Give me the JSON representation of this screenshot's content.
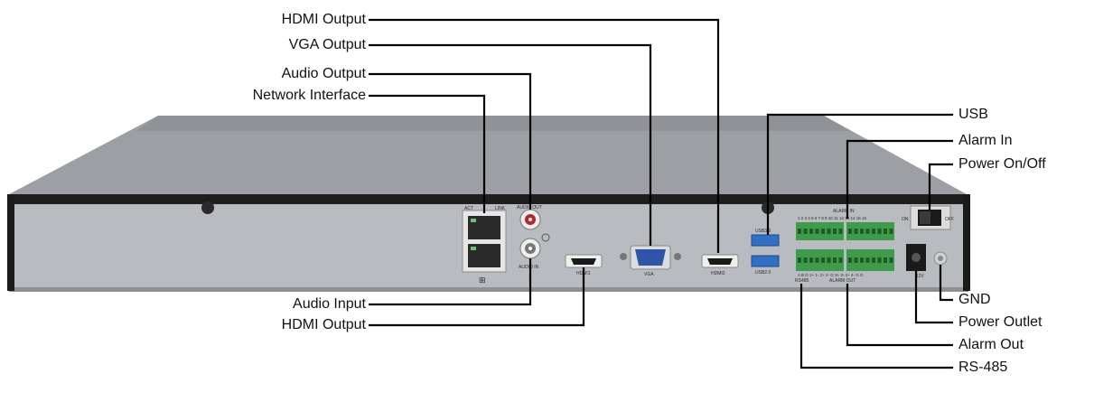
{
  "callouts": {
    "hdmi_output_top": "HDMI Output",
    "vga_output": "VGA Output",
    "audio_output": "Audio Output",
    "network_interface": "Network Interface",
    "audio_input": "Audio Input",
    "hdmi_output_bottom": "HDMI Output",
    "usb": "USB",
    "alarm_in": "Alarm In",
    "power_on_off": "Power On/Off",
    "gnd": "GND",
    "power_outlet": "Power Outlet",
    "alarm_out": "Alarm Out",
    "rs485": "RS-485"
  },
  "panel_text": {
    "act": "ACT",
    "link": "LINK",
    "audio_out": "AUDIO OUT",
    "audio_in": "AUDIO IN",
    "hdmi1": "HDMI1",
    "vga": "VGA",
    "hdmi2": "HDMI2",
    "usb3": "USB3.0",
    "usb2": "USB2.0",
    "alarm_in_header": "ALARM IN",
    "alarm_in_numbers": "1 2 3 4 5 6 7 8 9 10 11 12 13 14 15 16",
    "alarm_out_header": "ALARM OUT",
    "rs485_label": "RS485",
    "bottom_pins": "A B G 1+ 1- 2+ 2- G 3+ 3- 4+ 4- G G",
    "on": "ON",
    "off": "OFF",
    "dc": "12V"
  },
  "colors": {
    "panel": "#b5b8bd",
    "top_cover": "#9a9da2",
    "edge": "#1e1e1e",
    "terminal_green": "#3d9b4a",
    "usb_blue": "#2f6fc4",
    "vga_blue": "#2e55a8",
    "audio_red": "#b8252a",
    "leader": "#000000"
  }
}
